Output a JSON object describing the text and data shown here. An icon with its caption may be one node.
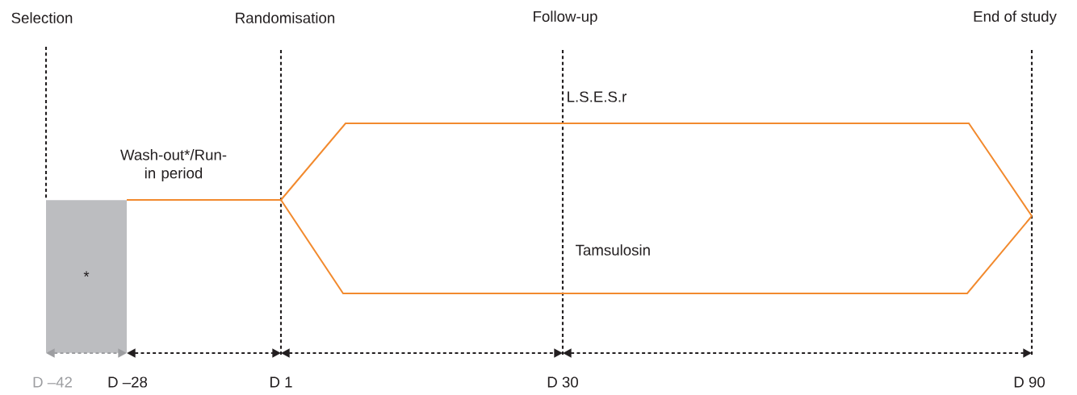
{
  "diagram": {
    "nodes": [
      {
        "text": [
          "*"
        ]
      }
    ],
    "labels": [
      "Selection",
      "Randomisation",
      "Follow-up",
      "End of study",
      "Wash-out*/Run-in period",
      "L.S.E.S.r",
      "Tamsulosin",
      "D –42",
      "D –28",
      "D 1",
      "D 30",
      "D 90"
    ]
  }
}
